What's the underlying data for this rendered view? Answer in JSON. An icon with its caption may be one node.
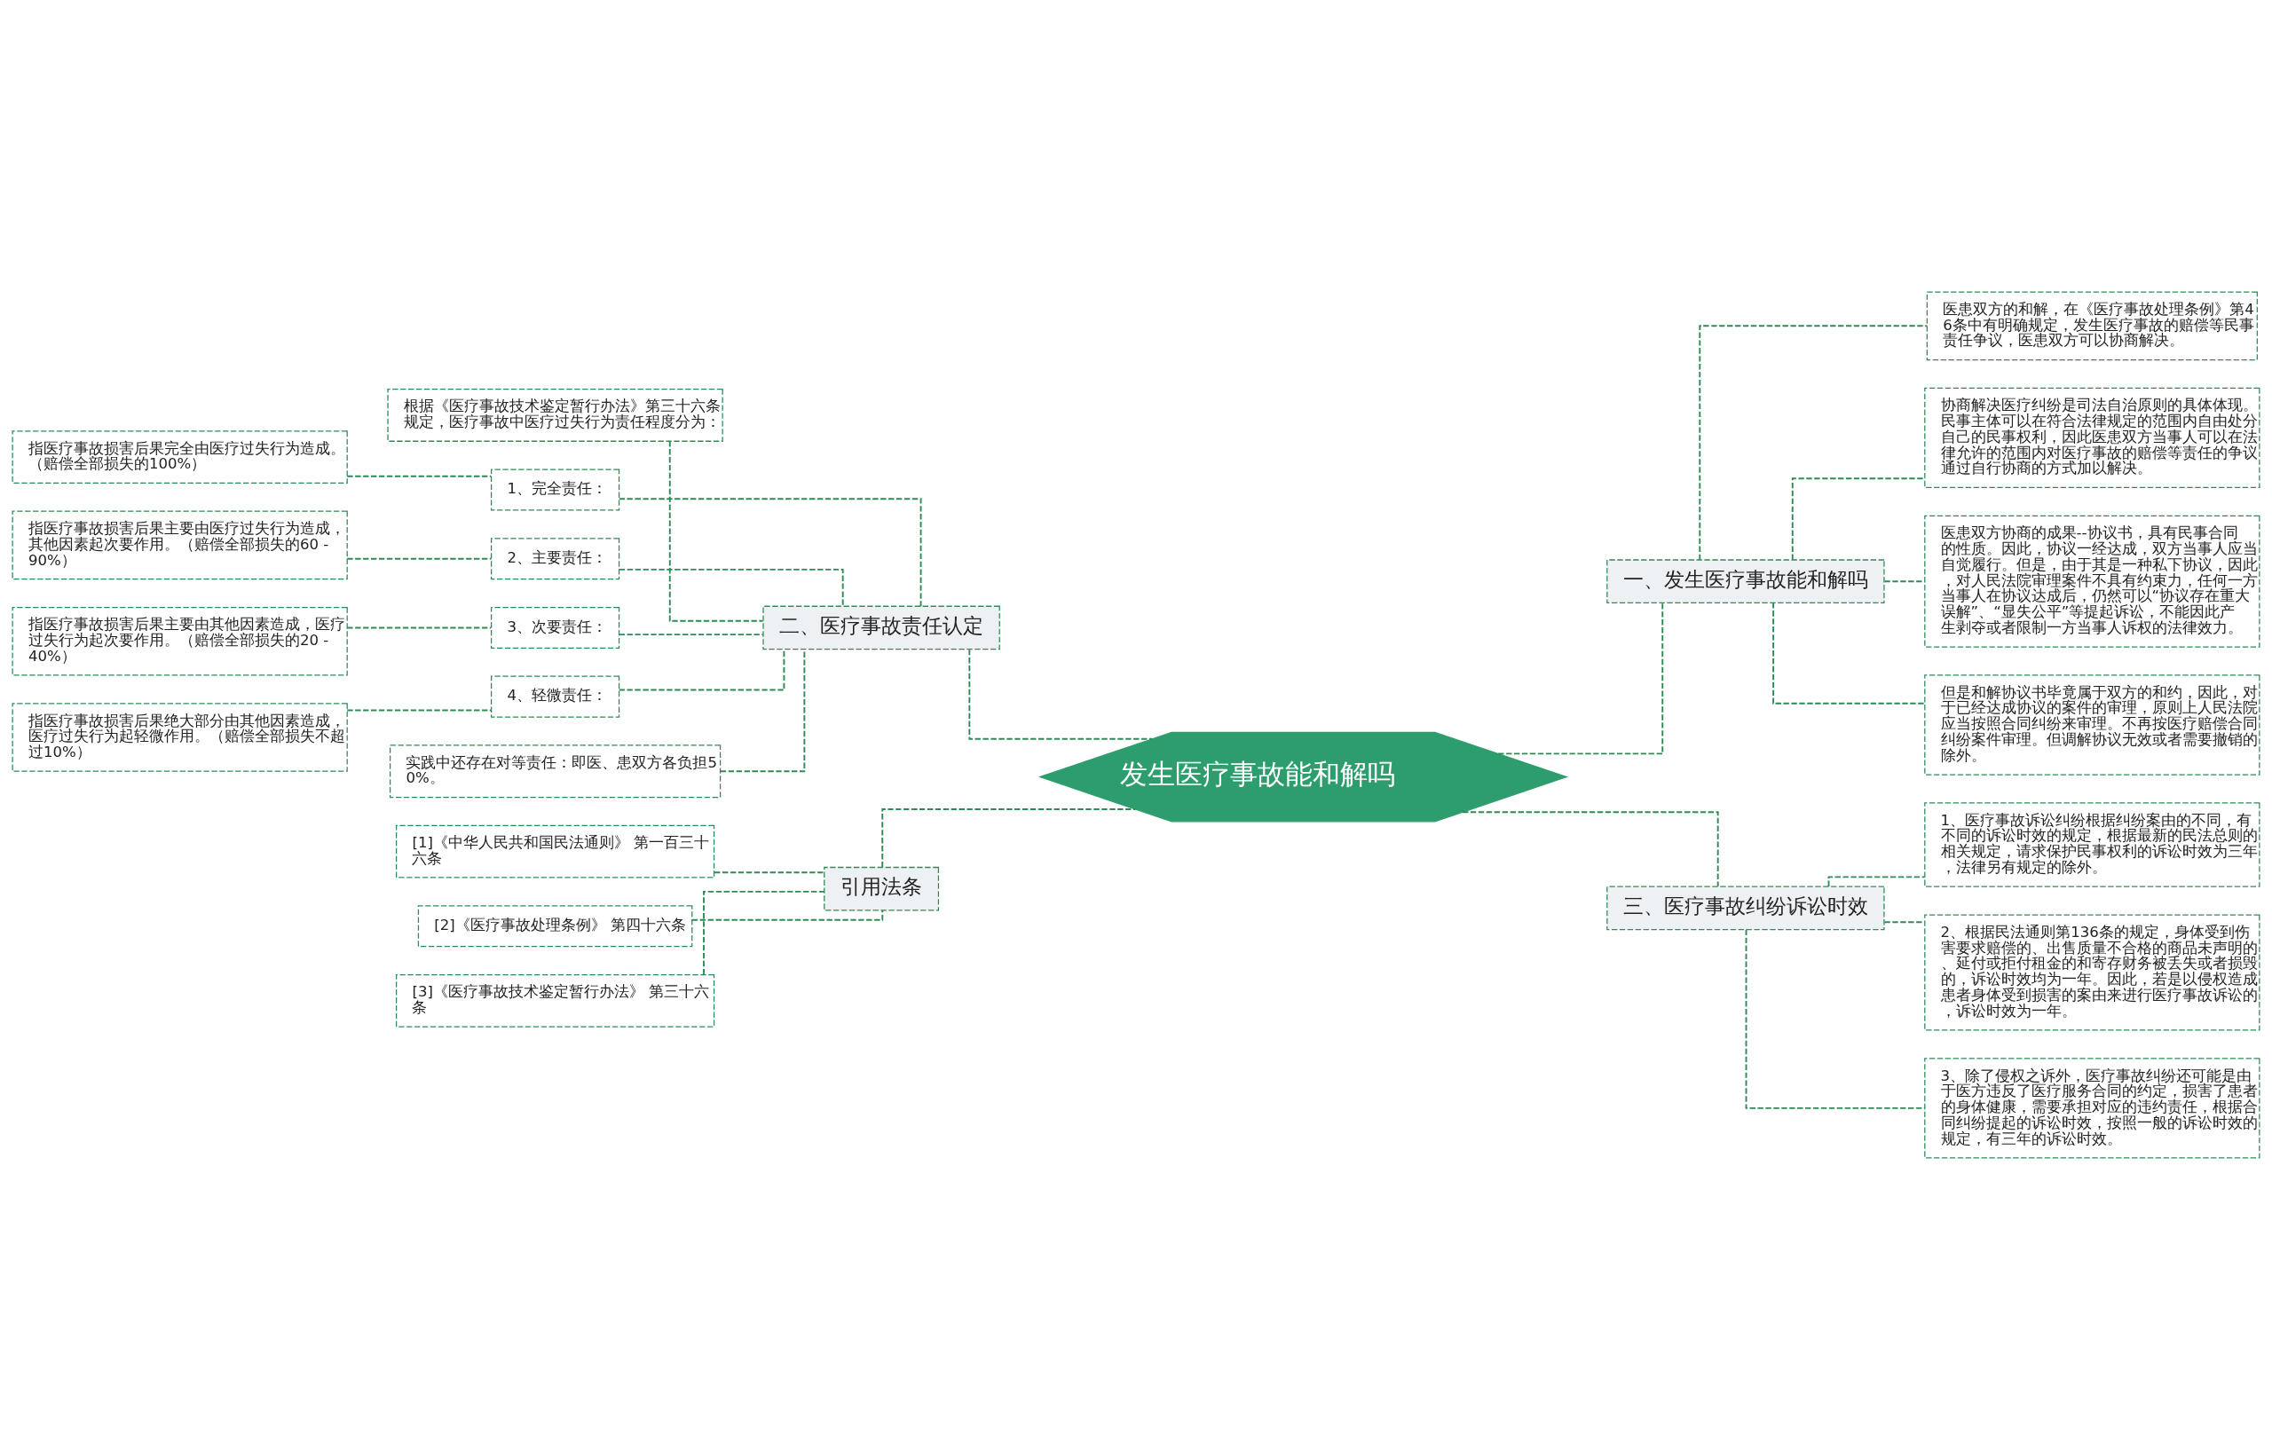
{
  "diagram": {
    "nodes": [
      {
        "text": [
          "发生医疗事故能和解吗"
        ]
      },
      {
        "text": [
          "一、发生医疗事故能和解吗"
        ]
      },
      {
        "text": [
          "医患双方的和解，在《医疗事故处理条例》第46条中有明确规定，发生医疗事故的赔偿等民事责任争议，医患双方可以协商解决。"
        ]
      },
      {
        "text": [
          "协商解决医疗纠纷是司法自治原则的具体体现。民事主体可以在符合法律规定的范围内自由处分自己的民事权利，因此医患双方当事人可以在法律允许的范围内对医疗事故的赔偿等责任的争议通过自行协商的方式加以解决。"
        ]
      },
      {
        "text": [
          "医患双方协商的成果--协议书，具有民事合同的性质。因此，协议一经达成，双方当事人应当自觉履行。但是，由于其是一种私下协议，因此，对人民法院审理案件不具有约束力，任何一方当事人在协议达成后，仍然可以“协议存在重大误解”、“显失公平”等提起诉讼，不能因此产生剥夺或者限制一方当事人诉权的法律效力。"
        ]
      },
      {
        "text": [
          "但是和解协议书毕竟属于双方的和约，因此，对于已经达成协议的案件的审理，原则上人民法院应当按照合同纠纷来审理。不再按医疗赔偿合同纠纷案件审理。但调解协议无效或者需要撤销的除外。"
        ]
      },
      {
        "text": [
          "三、医疗事故纠纷诉讼时效"
        ]
      },
      {
        "text": [
          "1、医疗事故诉讼纠纷根据纠纷案由的不同，有不同的诉讼时效的规定，根据最新的民法总则的相关规定，请求保护民事权利的诉讼时效为三年，法律另有规定的除外。"
        ]
      },
      {
        "text": [
          "2、根据民法通则第136条的规定，身体受到伤害要求赔偿的、出售质量不合格的商品未声明的、延付或拒付租金的和寄存财务被丢失或者损毁的，诉讼时效均为一年。因此，若是以侵权造成患者身体受到损害的案由来进行医疗事故诉讼的，诉讼时效为一年。"
        ]
      },
      {
        "text": [
          "3、除了侵权之诉外，医疗事故纠纷还可能是由于医方违反了医疗服务合同的约定，损害了患者的身体健康，需要承担对应的违约责任，根据合同纠纷提起的诉讼时效，按照一般的诉讼时效的规定，有三年的诉讼时效。"
        ]
      },
      {
        "text": [
          "二、医疗事故责任认定"
        ]
      },
      {
        "text": [
          "根据《医疗事故技术鉴定暂行办法》第三十六条规定，医疗事故中医疗过失行为责任程度分为："
        ]
      },
      {
        "text": [
          "1、完全责任："
        ]
      },
      {
        "text": [
          "指医疗事故损害后果完全由医疗过失行为造成。（赔偿全部损失的100%）"
        ]
      },
      {
        "text": [
          "2、主要责任："
        ]
      },
      {
        "text": [
          "指医疗事故损害后果主要由医疗过失行为造成，其他因素起次要作用。（赔偿全部损失的60 - 90%）"
        ]
      },
      {
        "text": [
          "3、次要责任："
        ]
      },
      {
        "text": [
          "指医疗事故损害后果主要由其他因素造成，医疗过失行为起次要作用。（赔偿全部损失的20 - 40%）"
        ]
      },
      {
        "text": [
          "4、轻微责任："
        ]
      },
      {
        "text": [
          "指医疗事故损害后果绝大部分由其他因素造成，医疗过失行为起轻微作用。（赔偿全部损失不超过10%）"
        ]
      },
      {
        "text": [
          "实践中还存在对等责任：即医、患双方各负担50%。"
        ]
      },
      {
        "text": [
          "引用法条"
        ]
      },
      {
        "text": [
          "[1]《中华人民共和国民法通则》 第一百三十六条"
        ]
      },
      {
        "text": [
          "[2]《医疗事故处理条例》 第四十六条"
        ]
      },
      {
        "text": [
          "[3]《医疗事故技术鉴定暂行办法》 第三十六条"
        ]
      }
    ],
    "edges": [
      {
        "from": 0,
        "to": 1,
        "arrow": "none",
        "style": "dashed"
      },
      {
        "from": 0,
        "to": 6,
        "arrow": "none",
        "style": "dashed"
      },
      {
        "from": 0,
        "to": 10,
        "arrow": "none",
        "style": "dashed"
      },
      {
        "from": 0,
        "to": 21,
        "arrow": "none",
        "style": "dashed"
      },
      {
        "from": 1,
        "to": 2,
        "arrow": "none",
        "style": "dashed"
      },
      {
        "from": 1,
        "to": 3,
        "arrow": "none",
        "style": "dashed"
      },
      {
        "from": 1,
        "to": 4,
        "arrow": "none",
        "style": "dashed"
      },
      {
        "from": 1,
        "to": 5,
        "arrow": "none",
        "style": "dashed"
      },
      {
        "from": 6,
        "to": 7,
        "arrow": "none",
        "style": "dashed"
      },
      {
        "from": 6,
        "to": 8,
        "arrow": "none",
        "style": "dashed"
      },
      {
        "from": 6,
        "to": 9,
        "arrow": "none",
        "style": "dashed"
      },
      {
        "from": 10,
        "to": 11,
        "arrow": "none",
        "style": "dashed"
      },
      {
        "from": 10,
        "to": 12,
        "arrow": "none",
        "style": "dashed"
      },
      {
        "from": 10,
        "to": 14,
        "arrow": "none",
        "style": "dashed"
      },
      {
        "from": 10,
        "to": 16,
        "arrow": "none",
        "style": "dashed"
      },
      {
        "from": 10,
        "to": 18,
        "arrow": "none",
        "style": "dashed"
      },
      {
        "from": 10,
        "to": 20,
        "arrow": "none",
        "style": "dashed"
      },
      {
        "from": 12,
        "to": 13,
        "arrow": "none",
        "style": "dashed"
      },
      {
        "from": 14,
        "to": 15,
        "arrow": "none",
        "style": "dashed"
      },
      {
        "from": 16,
        "to": 17,
        "arrow": "none",
        "style": "dashed"
      },
      {
        "from": 18,
        "to": 19,
        "arrow": "none",
        "style": "dashed"
      },
      {
        "from": 21,
        "to": 22,
        "arrow": "none",
        "style": "dashed"
      },
      {
        "from": 21,
        "to": 23,
        "arrow": "none",
        "style": "dashed"
      },
      {
        "from": 21,
        "to": 24,
        "arrow": "none",
        "style": "dashed"
      }
    ]
  }
}
